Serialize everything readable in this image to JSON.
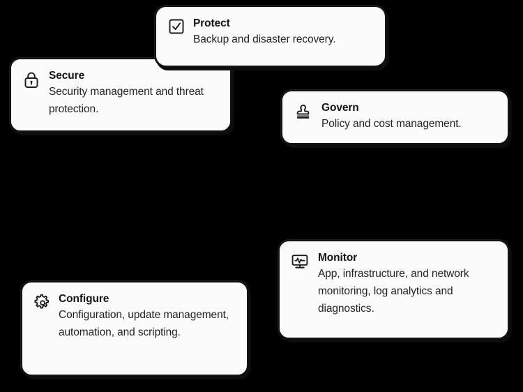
{
  "background_color": "#000000",
  "card_background": "#fbfbfb",
  "card_border_color": "#141414",
  "text_color": "#141414",
  "cards": [
    {
      "id": "protect",
      "icon": "checkbox-checked-icon",
      "title": "Protect",
      "description": "Backup and disaster recovery."
    },
    {
      "id": "secure",
      "icon": "padlock-icon",
      "title": "Secure",
      "description": "Security management and threat protection."
    },
    {
      "id": "govern",
      "icon": "rubber-stamp-icon",
      "title": "Govern",
      "description": "Policy and cost management."
    },
    {
      "id": "monitor",
      "icon": "monitor-pulse-icon",
      "title": "Monitor",
      "description": "App, infrastructure, and network monitoring, log analytics and diagnostics."
    },
    {
      "id": "configure",
      "icon": "gear-icon",
      "title": "Configure",
      "description": "Configuration, update management, automation, and scripting."
    }
  ]
}
